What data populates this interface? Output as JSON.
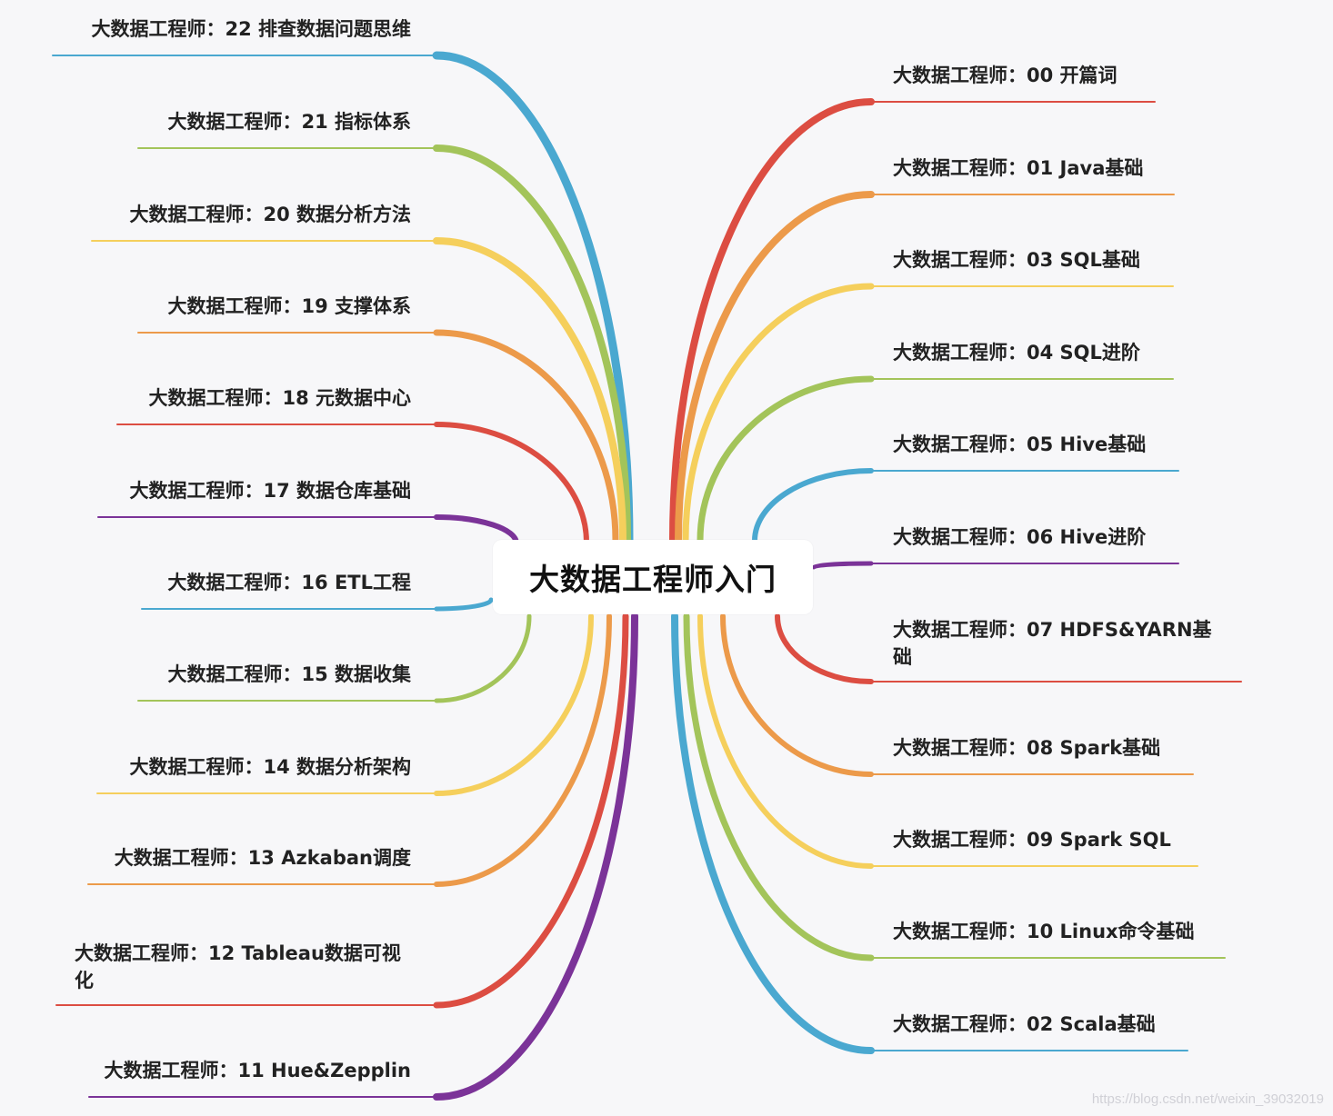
{
  "root": {
    "title": "大数据工程师入门"
  },
  "colors": {
    "blue": "#4aa8d0",
    "green": "#a3c45a",
    "yellow": "#f5cf5c",
    "orange": "#ec9a4a",
    "red": "#dc4d42",
    "purple": "#7b3398"
  },
  "left_nodes": [
    {
      "label": "大数据工程师：22 排查数据问题思维",
      "color": "blue"
    },
    {
      "label": "大数据工程师：21 指标体系",
      "color": "green"
    },
    {
      "label": "大数据工程师：20 数据分析方法",
      "color": "yellow"
    },
    {
      "label": "大数据工程师：19 支撑体系",
      "color": "orange"
    },
    {
      "label": "大数据工程师：18 元数据中心",
      "color": "red"
    },
    {
      "label": "大数据工程师：17 数据仓库基础",
      "color": "purple"
    },
    {
      "label": "大数据工程师：16 ETL工程",
      "color": "blue"
    },
    {
      "label": "大数据工程师：15 数据收集",
      "color": "green"
    },
    {
      "label": "大数据工程师：14 数据分析架构",
      "color": "yellow"
    },
    {
      "label": "大数据工程师：13 Azkaban调度",
      "color": "orange"
    },
    {
      "label": "大数据工程师：12 Tableau数据可视化",
      "color": "red"
    },
    {
      "label": "大数据工程师：11 Hue&Zepplin",
      "color": "purple"
    }
  ],
  "right_nodes": [
    {
      "label": "大数据工程师：00 开篇词",
      "color": "red"
    },
    {
      "label": "大数据工程师：01 Java基础",
      "color": "orange"
    },
    {
      "label": "大数据工程师：03 SQL基础",
      "color": "yellow"
    },
    {
      "label": "大数据工程师：04 SQL进阶",
      "color": "green"
    },
    {
      "label": "大数据工程师：05 Hive基础",
      "color": "blue"
    },
    {
      "label": "大数据工程师：06 Hive进阶",
      "color": "purple"
    },
    {
      "label": "大数据工程师：07 HDFS&YARN基础",
      "color": "red"
    },
    {
      "label": "大数据工程师：08 Spark基础",
      "color": "orange"
    },
    {
      "label": "大数据工程师：09 Spark SQL",
      "color": "yellow"
    },
    {
      "label": "大数据工程师：10 Linux命令基础",
      "color": "green"
    },
    {
      "label": "大数据工程师：02 Scala基础",
      "color": "blue"
    }
  ],
  "watermark": "https://blog.csdn.net/weixin_39032019"
}
